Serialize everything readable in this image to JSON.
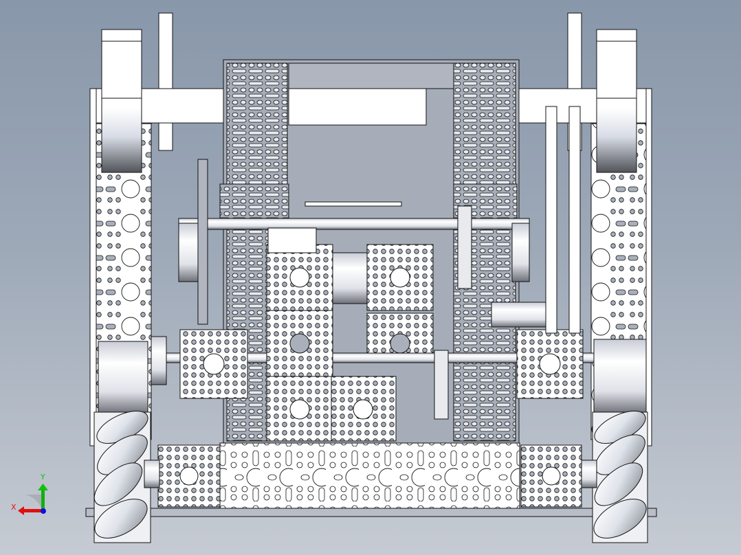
{
  "viewport": {
    "type": "cad-3d-model-view",
    "view_orientation": "front",
    "background_top": "#8897aa",
    "background_bottom": "#c6cbd3",
    "model": "mecanum-drive robot chassis with perforated channel plates, motors, wheels and lift mechanism"
  },
  "triad": {
    "x_label": "X",
    "y_label": "Y",
    "x_color": "#e01010",
    "y_color": "#10c010",
    "z_color": "#1010e0"
  }
}
